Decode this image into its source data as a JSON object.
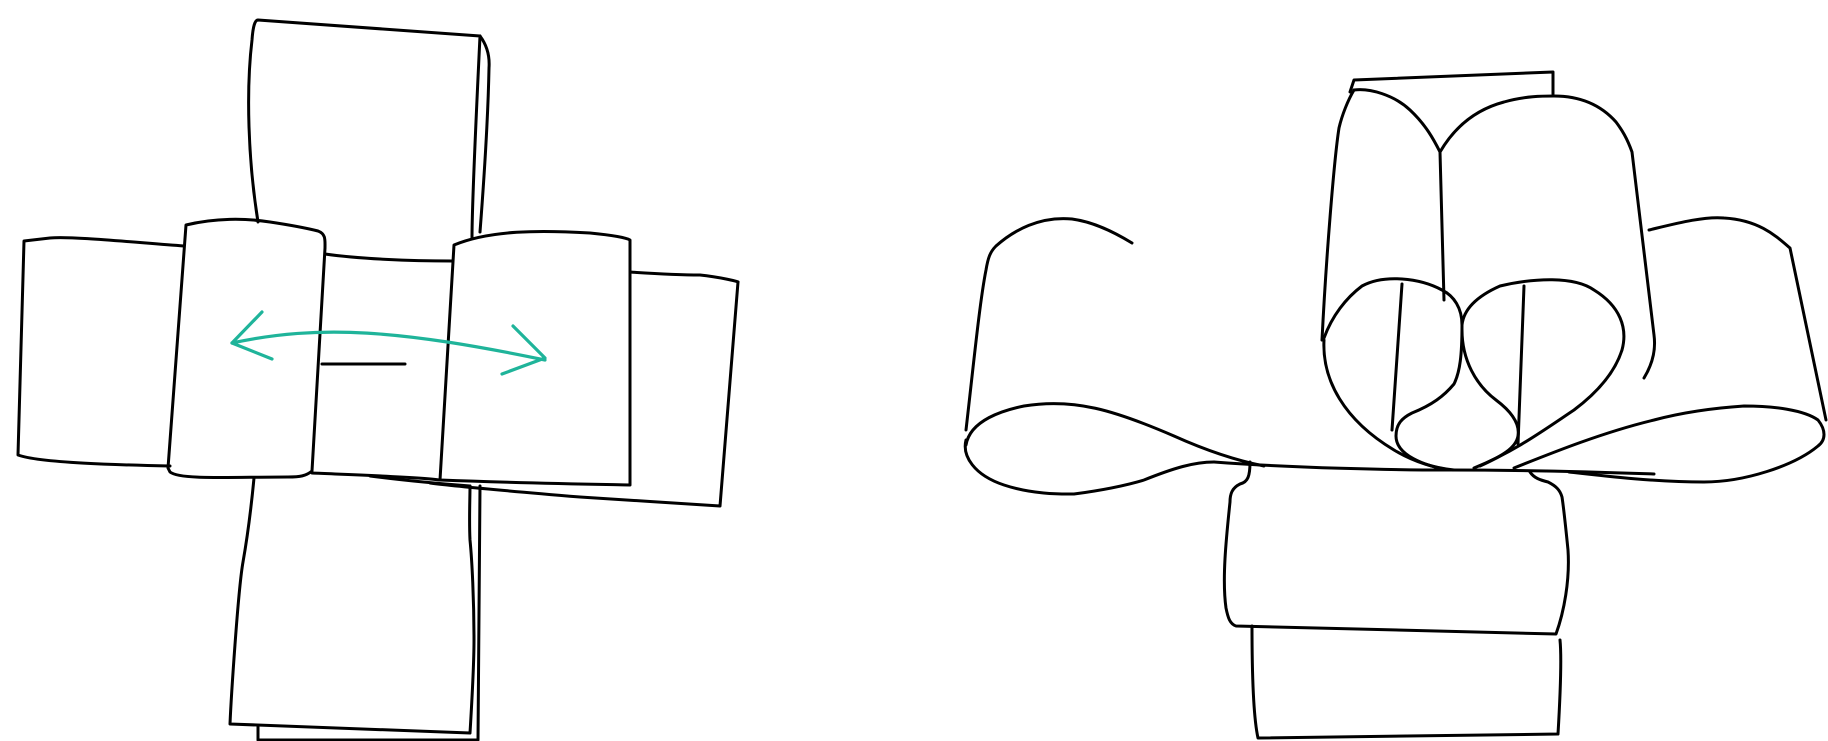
{
  "colors": {
    "background": "#ffffff",
    "outline": "#000000",
    "arrow": "#1fb49a"
  },
  "figures": [
    {
      "name": "flat-net",
      "marks": [
        "double-headed-curved-arrow",
        "center-dash"
      ]
    },
    {
      "name": "folded-shape",
      "marks": []
    }
  ]
}
